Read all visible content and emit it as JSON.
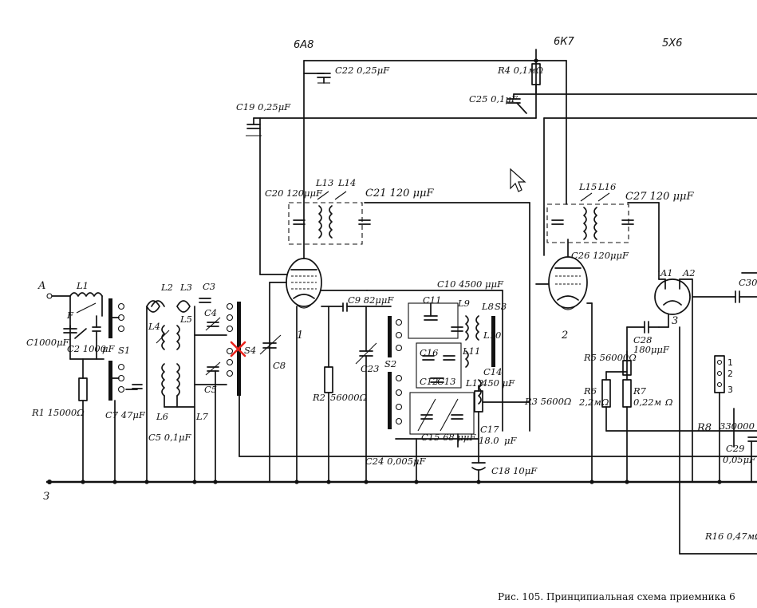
{
  "caption": "Рис. 105. Принципиальная схема приемника 6",
  "tubes": {
    "t1": "6А8",
    "t2": "6К7",
    "t3": "5Х6"
  },
  "stages": {
    "s1": "1",
    "s2": "2",
    "s3": "3"
  },
  "terminals": {
    "antenna": "A",
    "ground": "З"
  },
  "labels": {
    "L1": "L1",
    "L2": "L2",
    "L3": "L3",
    "L4": "L4",
    "L5": "L5",
    "L6": "L6",
    "L7": "L7",
    "L8": "L8",
    "L9": "L9",
    "L10": "L10",
    "L11": "L11",
    "L12": "L12",
    "L13": "L13",
    "L14": "L14",
    "L15": "L15",
    "L16": "L16",
    "S1": "S1",
    "S2": "S2",
    "S3": "S3",
    "S4": "S4",
    "F": "F",
    "C1": "C1000μF",
    "C2": "C2 1000",
    "C2unit": "μF",
    "C3": "C3",
    "C4": "C4",
    "C5": "C5",
    "C6": "C5 0,1μF",
    "C7": "C7 47μF",
    "C8": "C8",
    "C9": "C9 82μμF",
    "C10": "C10 4500 μμF",
    "C11": "C11",
    "C12": "C12",
    "C13": "C13",
    "C14": "C14",
    "C14val": "450 μF",
    "C15": "C15 68 μμF",
    "C16": "C16",
    "C17": "C17",
    "C17val": "18.0",
    "C17unit": "μF",
    "C18": "C18 10μF",
    "C19": "C19 0,25μF",
    "C20": "C20 120μμF",
    "C21": "C21 120 μμF",
    "C22": "C22 0,25μF",
    "C23": "C23",
    "C24": "C24 0,005μF",
    "C25": "C25 0,1μF",
    "C26": "C26 120μμF",
    "C27": "C27 120 μμF",
    "C28": "C28",
    "C28val": "180μμF",
    "C29": "C29",
    "C29val": "0,05μF",
    "C30": "C30",
    "R1": "R1 15000Ω",
    "R2": "R2",
    "R2val": "56000Ω",
    "R3": "R3 5600Ω",
    "R4": "R4 0,1мΩ",
    "R5": "R5 56000Ω",
    "R6": "R6",
    "R6val": "2,2мΩ",
    "R7": "R7",
    "R7val": "0,22м",
    "R7unit": "Ω",
    "R8": "R8",
    "R8val": "330000",
    "R16": "R16 0,47мΩ",
    "A1": "A1",
    "A2": "A2",
    "pin1": "1",
    "pin2": "2",
    "pin3": "3"
  }
}
